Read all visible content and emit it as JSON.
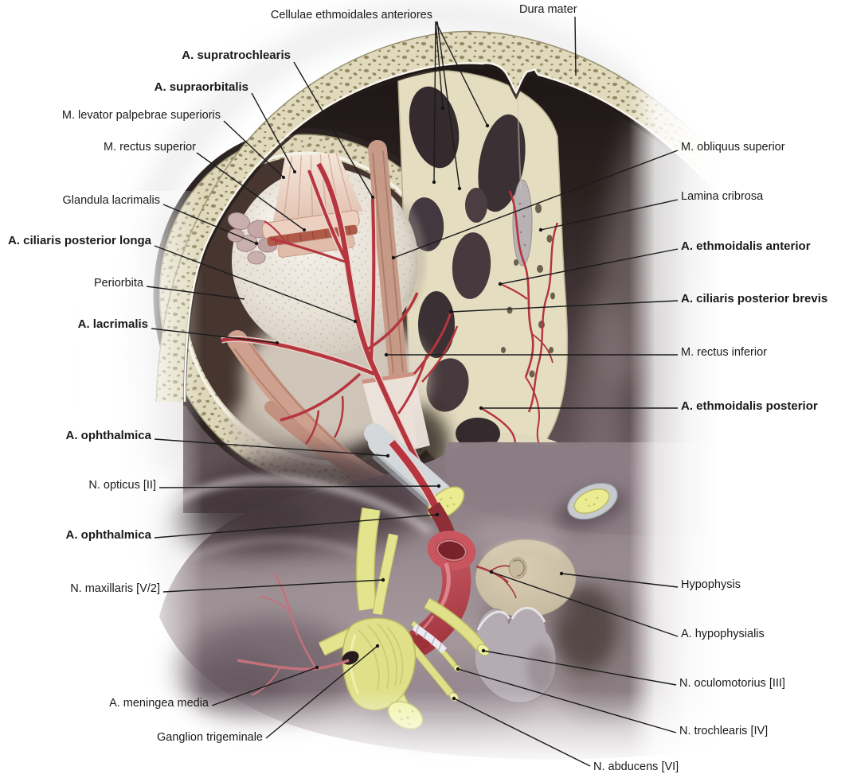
{
  "figure": {
    "kind": "anatomical-illustration",
    "palette": {
      "bone": "#e2dbbd",
      "bone_spongy_spot": "#8d835f",
      "fossa_dark": "#241c1b",
      "floor_mauve": "#a2959a",
      "artery_red": "#b5363f",
      "carotid_red": "#a83540",
      "nerve_yellow": "#dfe089",
      "nerve_cut_face": "#ebeb92",
      "eyeball": "#ece8e0",
      "muscle_pink": "#cfa08d",
      "hypophysis_tan": "#cdc1a8",
      "leader_line": "#1b1b1b",
      "label_text": "#1a1a1a"
    }
  },
  "annotations": [
    {
      "text": "Cellulae ethmoidales anteriores",
      "bold": false
    },
    {
      "text": "Dura mater",
      "bold": false
    },
    {
      "text": "A. supratrochlearis",
      "bold": true
    },
    {
      "text": "A. supraorbitalis",
      "bold": true
    },
    {
      "text": "M. levator palpebrae superioris",
      "bold": false
    },
    {
      "text": "M. rectus superior",
      "bold": false
    },
    {
      "text": "Glandula lacrimalis",
      "bold": false
    },
    {
      "text": "A. ciliaris posterior longa",
      "bold": true
    },
    {
      "text": "Periorbita",
      "bold": false
    },
    {
      "text": "A. lacrimalis",
      "bold": true
    },
    {
      "text": "A. ophthalmica",
      "bold": true
    },
    {
      "text": "N. opticus [II]",
      "bold": false
    },
    {
      "text": "A. ophthalmica",
      "bold": true
    },
    {
      "text": "N. maxillaris [V/2]",
      "bold": false
    },
    {
      "text": "A. meningea media",
      "bold": false
    },
    {
      "text": "Ganglion trigeminale",
      "bold": false
    },
    {
      "text": "N. abducens [VI]",
      "bold": false
    },
    {
      "text": "M. obliquus superior",
      "bold": false
    },
    {
      "text": "Lamina cribrosa",
      "bold": false
    },
    {
      "text": "A. ethmoidalis anterior",
      "bold": true
    },
    {
      "text": "A. ciliaris posterior brevis",
      "bold": true
    },
    {
      "text": "M. rectus inferior",
      "bold": false
    },
    {
      "text": "A. ethmoidalis posterior",
      "bold": true
    },
    {
      "text": "Hypophysis",
      "bold": false
    },
    {
      "text": "A. hypophysialis",
      "bold": false
    },
    {
      "text": "N. oculomotorius [III]",
      "bold": false
    },
    {
      "text": "N. trochlearis [IV]",
      "bold": false
    }
  ]
}
